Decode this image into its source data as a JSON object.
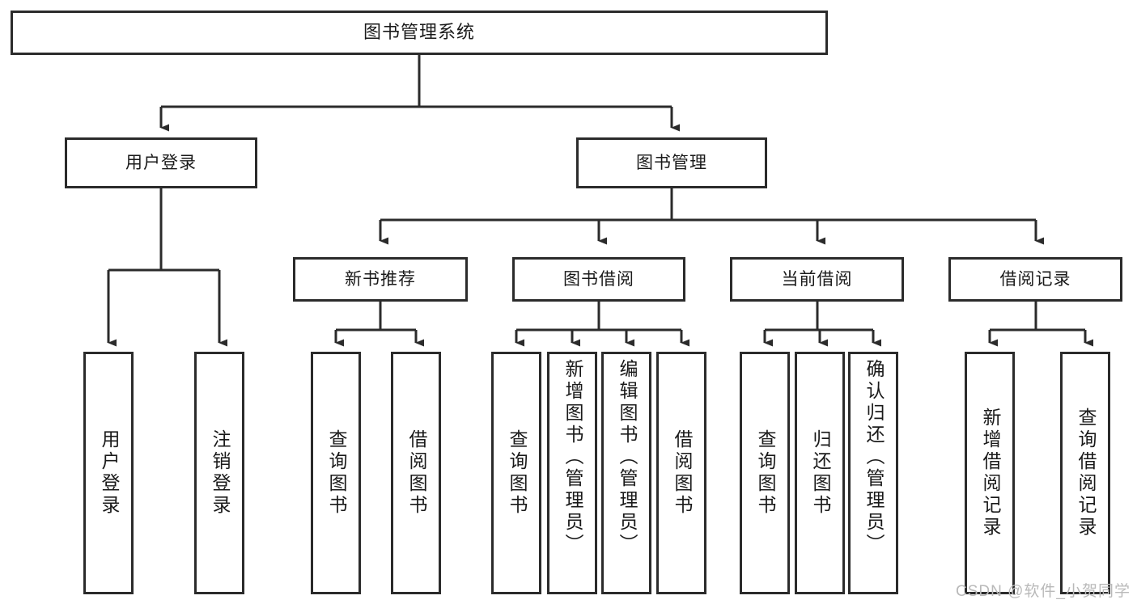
{
  "diagram": {
    "type": "tree",
    "title": "图书管理系统",
    "root": {
      "label": "图书管理系统"
    },
    "level2": [
      {
        "label": "用户登录"
      },
      {
        "label": "图书管理"
      }
    ],
    "level3": [
      {
        "label": "新书推荐"
      },
      {
        "label": "图书借阅"
      },
      {
        "label": "当前借阅"
      },
      {
        "label": "借阅记录"
      }
    ],
    "leaves": {
      "user_login": [
        {
          "label": "用户登录"
        },
        {
          "label": "注销登录"
        }
      ],
      "new_book_recommend": [
        {
          "label": "查询图书"
        },
        {
          "label": "借阅图书"
        }
      ],
      "book_borrow": [
        {
          "label": "查询图书"
        },
        {
          "label": "新增图书（管理员）"
        },
        {
          "label": "编辑图书（管理员）"
        },
        {
          "label": "借阅图书"
        }
      ],
      "current_borrow": [
        {
          "label": "查询图书"
        },
        {
          "label": "归还图书"
        },
        {
          "label": "确认归还（管理员）"
        }
      ],
      "borrow_record": [
        {
          "label": "新增借阅记录"
        },
        {
          "label": "查询借阅记录"
        }
      ]
    }
  },
  "watermark": {
    "text": "CSDN @软件_小贺同学"
  },
  "colors": {
    "stroke": "#2b2b2b",
    "fill": "#ffffff",
    "text": "#1a1a1a",
    "watermark": "#b9b9b9"
  }
}
